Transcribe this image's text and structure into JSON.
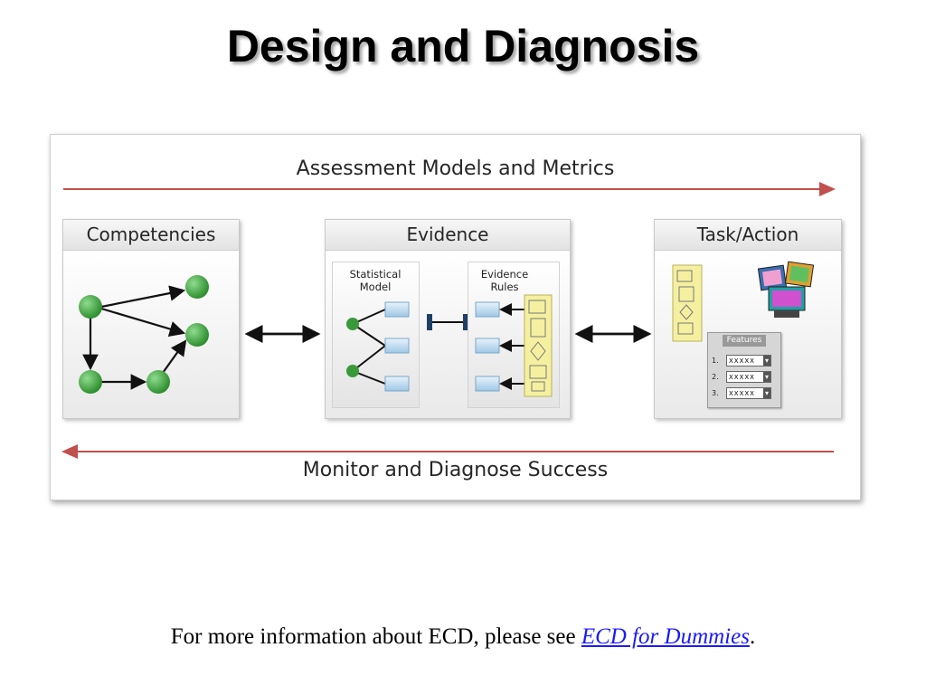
{
  "slide": {
    "title": "Design and Diagnosis"
  },
  "diagram": {
    "top_arrow_label": "Assessment Models and Metrics",
    "bottom_arrow_label": "Monitor and Diagnose Success",
    "panels": {
      "competencies": {
        "title": "Competencies"
      },
      "evidence": {
        "title": "Evidence",
        "statistical_model_label": "Statistical Model",
        "evidence_rules_label": "Evidence Rules"
      },
      "task_action": {
        "title": "Task/Action",
        "features_label": "Features",
        "feature_rows": [
          {
            "num": "1.",
            "value": "XXXXX"
          },
          {
            "num": "2.",
            "value": "XXXXX"
          },
          {
            "num": "3.",
            "value": "XXXXX"
          }
        ]
      }
    },
    "colors": {
      "flow_arrow": "#c0504d",
      "node_green": "#3a9a3a",
      "doc_blue": "#bcd8ee",
      "rule_yellow": "#f5f0a0"
    }
  },
  "footer": {
    "text_before": "For more information about ECD, please see ",
    "link_text": "ECD for Dummies",
    "text_after": "."
  }
}
